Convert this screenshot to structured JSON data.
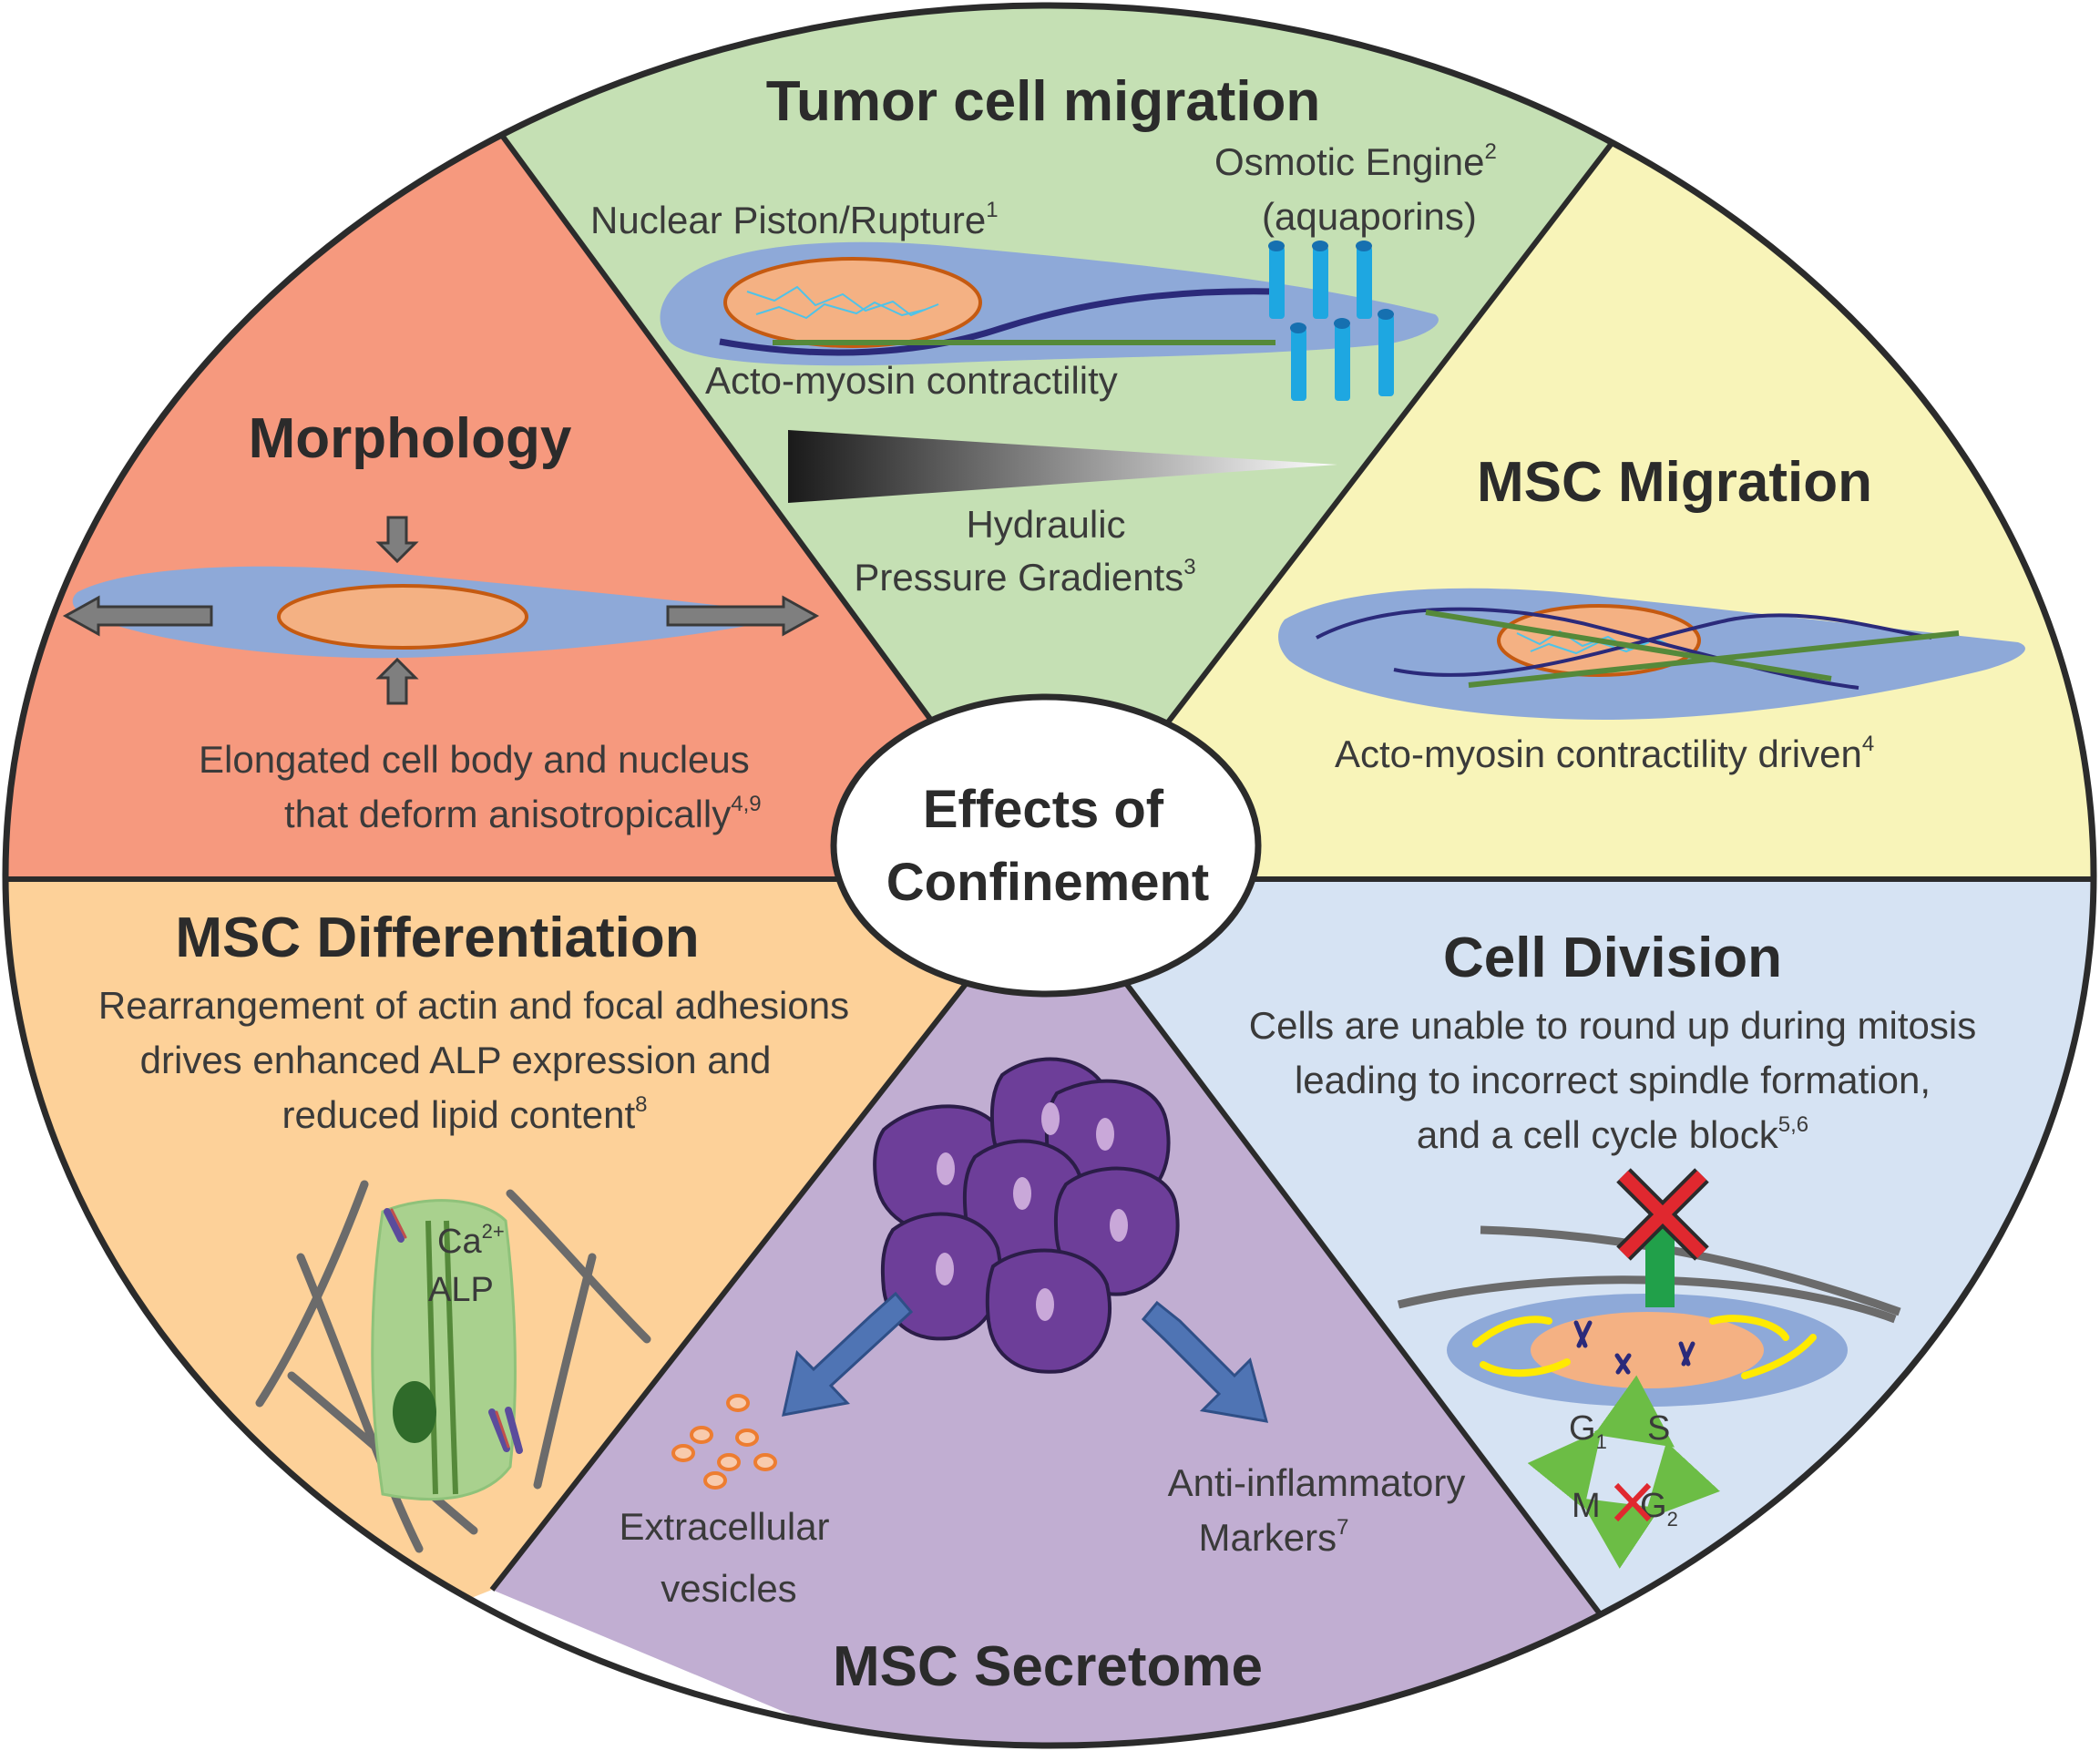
{
  "center": {
    "line1": "Effects of",
    "line2": "Confinement"
  },
  "tumor": {
    "title": "Tumor cell migration",
    "nuclear": "Nuclear Piston/Rupture",
    "nuclear_ref": "1",
    "osmotic1": "Osmotic Engine",
    "osmotic_ref": "2",
    "osmotic2": "(aquaporins)",
    "acto": "Acto-myosin contractility",
    "hydraulic1": "Hydraulic",
    "hydraulic2": "Pressure Gradients",
    "hydraulic_ref": "3"
  },
  "msc_migration": {
    "title": "MSC Migration",
    "caption": "Acto-myosin contractility driven",
    "caption_ref": "4"
  },
  "morphology": {
    "title": "Morphology",
    "line1": "Elongated cell body and nucleus",
    "line2": "that deform anisotropically",
    "line2_ref": "4,9"
  },
  "cell_division": {
    "title": "Cell Division",
    "line1": "Cells are unable to round up during mitosis",
    "line2": "leading to incorrect spindle formation,",
    "line3": "and a cell cycle block",
    "line3_ref": "5,6",
    "g": "G",
    "g1_sub": "1",
    "s": "S",
    "m": "M",
    "g2_sub": "2"
  },
  "msc_diff": {
    "title": "MSC Differentiation",
    "line1": "Rearrangement of actin and focal adhesions",
    "line2": "drives enhanced ALP expression and",
    "line3": "reduced lipid content",
    "line3_ref": "8",
    "ca": "Ca",
    "ca_sup": "2+",
    "alp": "ALP"
  },
  "secretome": {
    "title": "MSC Secretome",
    "ev1": "Extracellular",
    "ev2": "vesicles",
    "anti1": "Anti-inflammatory",
    "anti2": "Markers",
    "anti_ref": "7"
  },
  "colors": {
    "tumor": "#c5e0b4",
    "msc_migration": "#f8f4b9",
    "morphology": "#f6997e",
    "cell_division": "#d6e3f3",
    "msc_diff": "#fdd199",
    "secretome": "#c1aed2",
    "cell_body": "#8ea9d8",
    "nucleus": "#f4b183",
    "cell_purple": "#6d3e99",
    "arrow_blue": "#4f74b4",
    "aquaporin": "#1ea7e1",
    "green_fiber": "#55893a"
  }
}
